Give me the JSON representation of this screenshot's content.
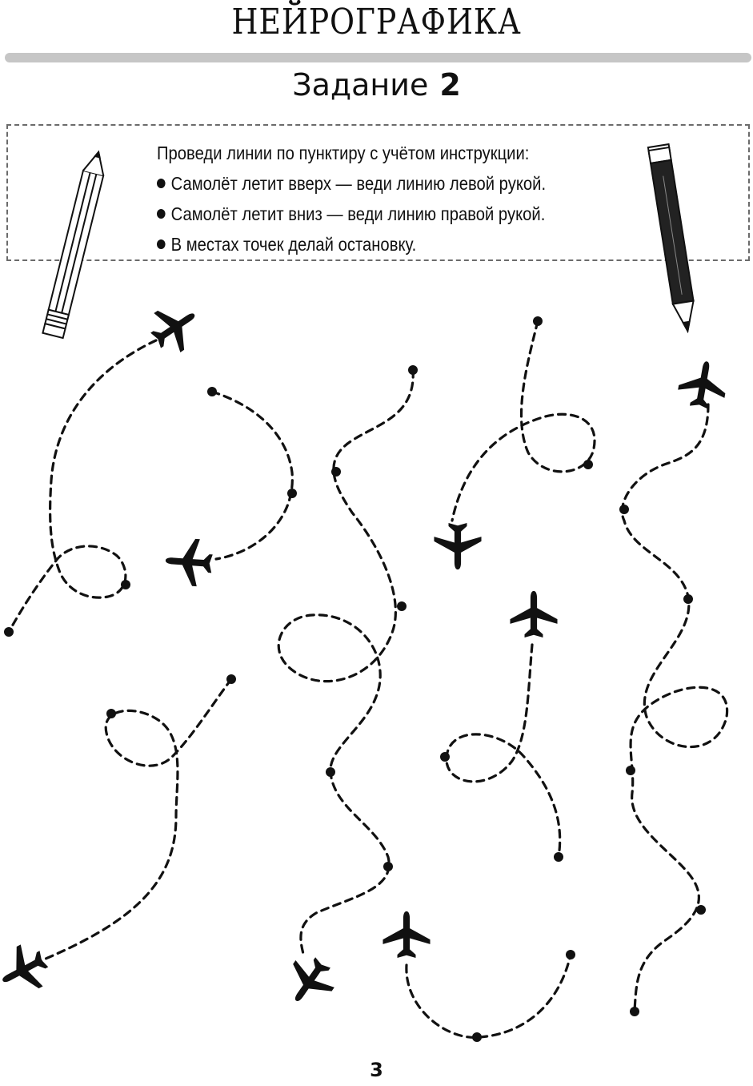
{
  "header": {
    "book_title": "НЕЙРОГРАФИКА"
  },
  "task": {
    "label": "Задание",
    "number": "2"
  },
  "instructions": {
    "intro": "Проведи линии по пунктиру с учётом инструкции:",
    "bullets": [
      "Самолёт летит вверх — веди линию левой рукой.",
      "Самолёт летит вниз — веди линию правой рукой.",
      "В местах точек делай остановку."
    ]
  },
  "footer": {
    "page_number": "3"
  },
  "icons": {
    "airplane": "airplane-icon",
    "pencil_left": "pencil-icon",
    "pencil_right": "pencil-icon"
  }
}
